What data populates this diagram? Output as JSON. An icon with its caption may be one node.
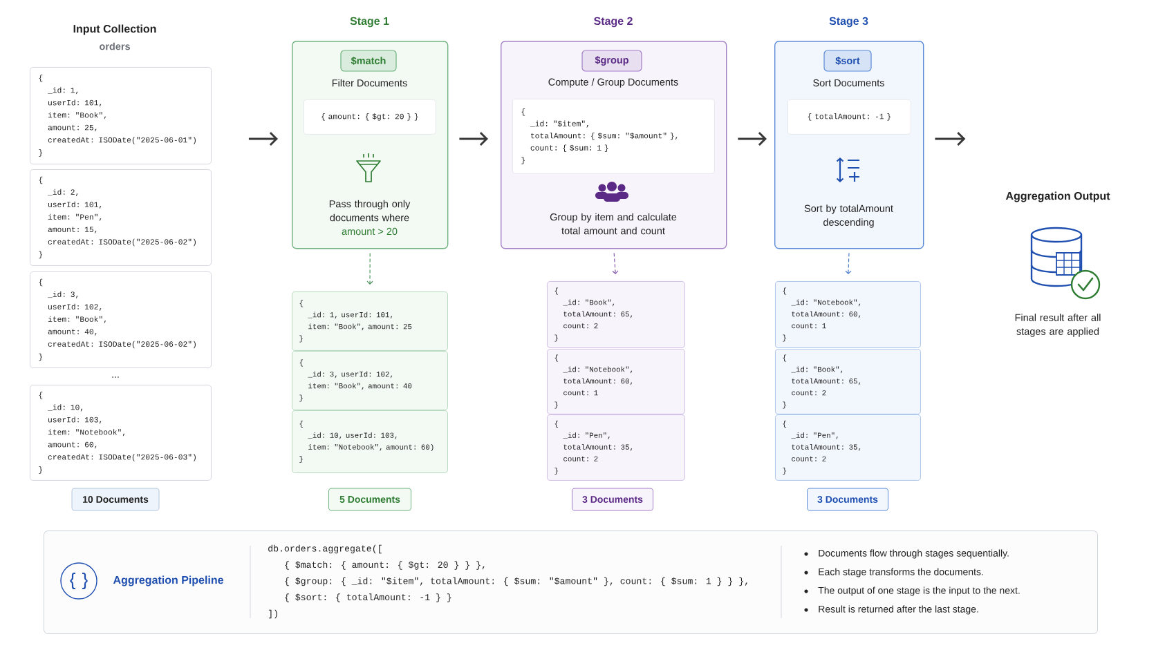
{
  "diagram": {
    "nodes": [
      {
        "text": [
          "{",
          "_id: 1,",
          "userId: 101,",
          "item: \"Book\",",
          "amount: 25,",
          "createdAt: ISODate(\"2025-06-01\")",
          "}"
        ]
      },
      {
        "text": [
          "{",
          "_id: 2,",
          "userId: 101,",
          "item: \"Pen\",",
          "amount: 15,",
          "createdAt: ISODate(\"2025-06-02\")",
          "}"
        ]
      },
      {
        "text": [
          "{",
          "_id: 3,",
          "userId: 102,",
          "item: \"Book\",",
          "amount: 40,",
          "createdAt: ISODate(\"2025-06-02\")",
          "}"
        ]
      },
      {
        "text": [
          "{",
          "_id: 10,",
          "userId: 103,",
          "item: \"Notebook\",",
          "amount: 60,",
          "createdAt: ISODate(\"2025-06-03\")",
          "}"
        ]
      },
      {
        "text": [
          "10 Documents"
        ]
      },
      {
        "text": [
          "Stage 1",
          "Filter Documents",
          "Pass through only documents where",
          "amount > 20"
        ]
      },
      {
        "text": [
          "$match"
        ],
        "in": 5
      },
      {
        "text": [
          "{ amount: { $gt: 20 } }"
        ],
        "in": 5
      },
      {
        "text": [
          "{",
          "_id: 1, userId: 101,",
          "item: \"Book\", amount: 25",
          "}"
        ]
      },
      {
        "text": [
          "{",
          "_id: 3, userId: 102,",
          "item: \"Book\", amount: 40",
          "}"
        ]
      },
      {
        "text": [
          "{",
          "_id: 10, userId: 103,",
          "item: \"Notebook\", amount: 60)",
          "}"
        ]
      },
      {
        "text": [
          "5 Documents"
        ]
      },
      {
        "text": [
          "Stage 2",
          "Compute / Group Documents",
          "Group by item and calculate total amount and count"
        ]
      },
      {
        "text": [
          "$group"
        ],
        "in": 12
      },
      {
        "text": [
          "{",
          "_id: \"$item\",",
          "totalAmount: { $sum: \"$amount\" },",
          "count: { $sum: 1 }",
          "}"
        ],
        "in": 12
      },
      {
        "text": [
          "{",
          "_id: \"Book\",",
          "totalAmount: 65,",
          "count: 2",
          "}"
        ]
      },
      {
        "text": [
          "{",
          "_id: \"Notebook\",",
          "totalAmount: 60,",
          "count: 1",
          "}"
        ]
      },
      {
        "text": [
          "{",
          "_id: \"Pen\",",
          "totalAmount: 35,",
          "count: 2",
          "}"
        ]
      },
      {
        "text": [
          "3 Documents"
        ]
      },
      {
        "text": [
          "Stage 3",
          "Sort Documents",
          "Sort by totalAmount descending"
        ]
      },
      {
        "text": [
          "$sort"
        ],
        "in": 19
      },
      {
        "text": [
          "{ totalAmount: -1 }"
        ],
        "in": 19
      },
      {
        "text": [
          "{",
          "_id: \"Notebook\",",
          "totalAmount: 60,",
          "count: 1",
          "}"
        ]
      },
      {
        "text": [
          "{",
          "_id: \"Book\",",
          "totalAmount: 65,",
          "count: 2",
          "}"
        ]
      },
      {
        "text": [
          "{",
          "_id: \"Pen\",",
          "totalAmount: 35,",
          "count: 2",
          "}"
        ]
      },
      {
        "text": [
          "3 Documents"
        ]
      },
      {
        "text": [
          "Aggregation Output",
          "Final result after all stages are applied"
        ]
      },
      {
        "text": [
          "Aggregation Pipeline",
          "db.orders.aggregate([",
          "{ $match: { amount: { $gt: 20 } } },",
          "{ $group: { _id: \"$item\", totalAmount: { $sum: \"$amount\" }, count: { $sum: 1 } } },",
          "{ $sort: { totalAmount: -1 } }",
          "])",
          "Documents flow through stages sequentially.",
          "Each stage transforms the documents.",
          "The output of one stage is the input to the next.",
          "Result is returned after the last stage."
        ]
      }
    ],
    "edges": [
      {
        "from": 0,
        "to": 5,
        "arrow": "to"
      },
      {
        "from": 5,
        "to": 12,
        "arrow": "to"
      },
      {
        "from": 12,
        "to": 19,
        "arrow": "to"
      },
      {
        "from": 19,
        "to": null,
        "arrow": "to"
      },
      {
        "from": 5,
        "to": 8,
        "arrow": "to",
        "style": "dashed",
        "color": "#3e8e50"
      },
      {
        "from": 12,
        "to": 15,
        "arrow": "to",
        "style": "dashed",
        "color": "#7b4fa6"
      },
      {
        "from": 19,
        "to": 22,
        "arrow": "to",
        "style": "dashed",
        "color": "#3b6fc4"
      }
    ],
    "labels": [
      "Input Collection",
      "orders",
      "..."
    ]
  }
}
